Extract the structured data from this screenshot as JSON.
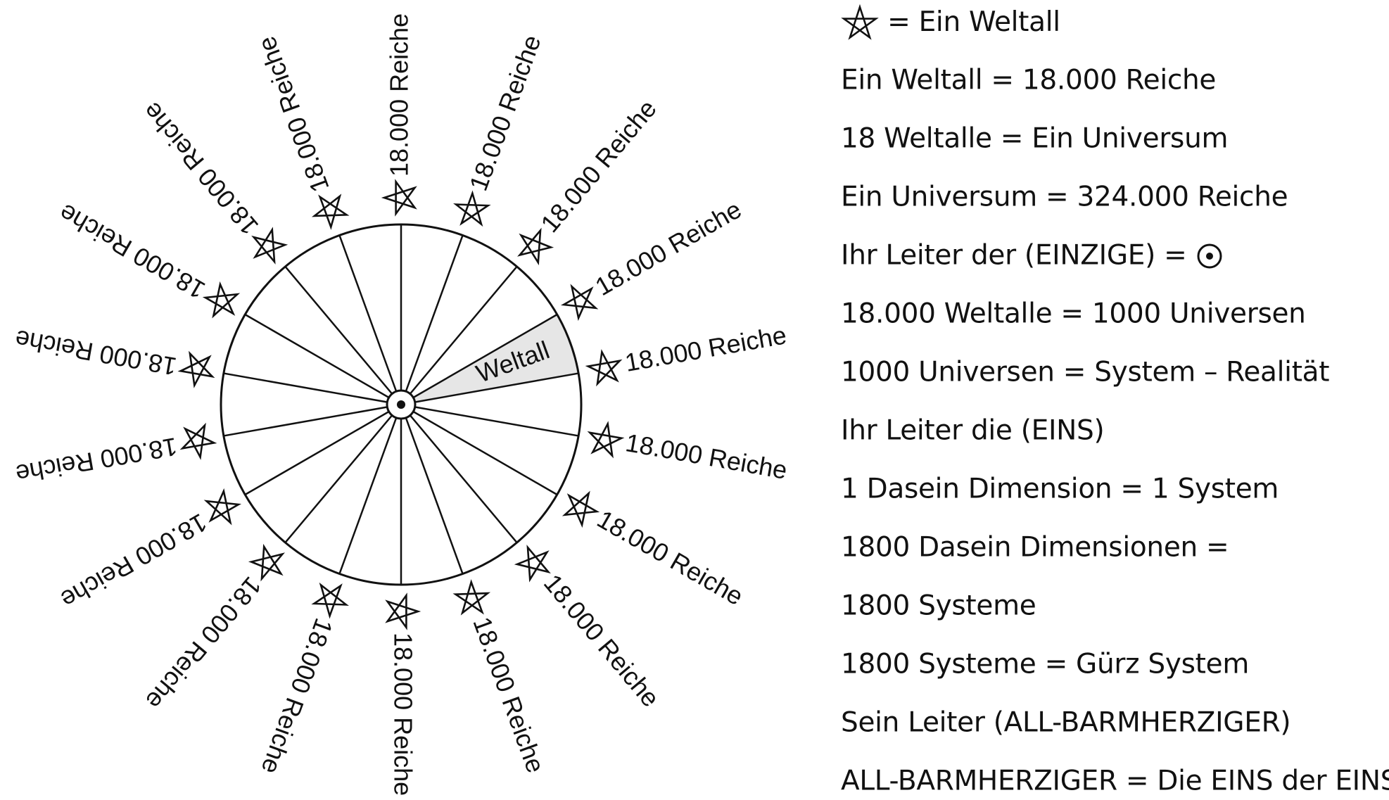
{
  "diagram": {
    "sector_count": 18,
    "highlighted_sector_label": "Weltall",
    "ring_label": "18.000 Reiche",
    "center_symbol": "circled-dot-icon",
    "ring_symbol": "pentagram-icon",
    "line_color": "#111111",
    "highlight_color": "#e6e6e6"
  },
  "legend": {
    "lines": [
      {
        "symbol": "pentagram-icon",
        "text": "= Ein Weltall"
      },
      {
        "text": "Ein Weltall = 18.000 Reiche"
      },
      {
        "text": "18 Weltalle = Ein Universum"
      },
      {
        "text": "Ein Universum = 324.000 Reiche"
      },
      {
        "text": "Ihr Leiter der (EINZIGE) =",
        "symbol_after": "circled-dot-icon"
      },
      {
        "text": "18.000 Weltalle = 1000 Universen"
      },
      {
        "text": "1000 Universen = System – Realität"
      },
      {
        "text": "Ihr Leiter die (EINS)"
      },
      {
        "text": "1 Dasein Dimension = 1 System"
      },
      {
        "text": "1800 Dasein Dimensionen ="
      },
      {
        "text": "1800 Systeme"
      },
      {
        "text": "1800 Systeme = Gürz System"
      },
      {
        "text": "Sein Leiter (ALL-BARMHERZIGER)"
      },
      {
        "text": "ALL-BARMHERZIGER = Die EINS der EINS"
      }
    ]
  }
}
